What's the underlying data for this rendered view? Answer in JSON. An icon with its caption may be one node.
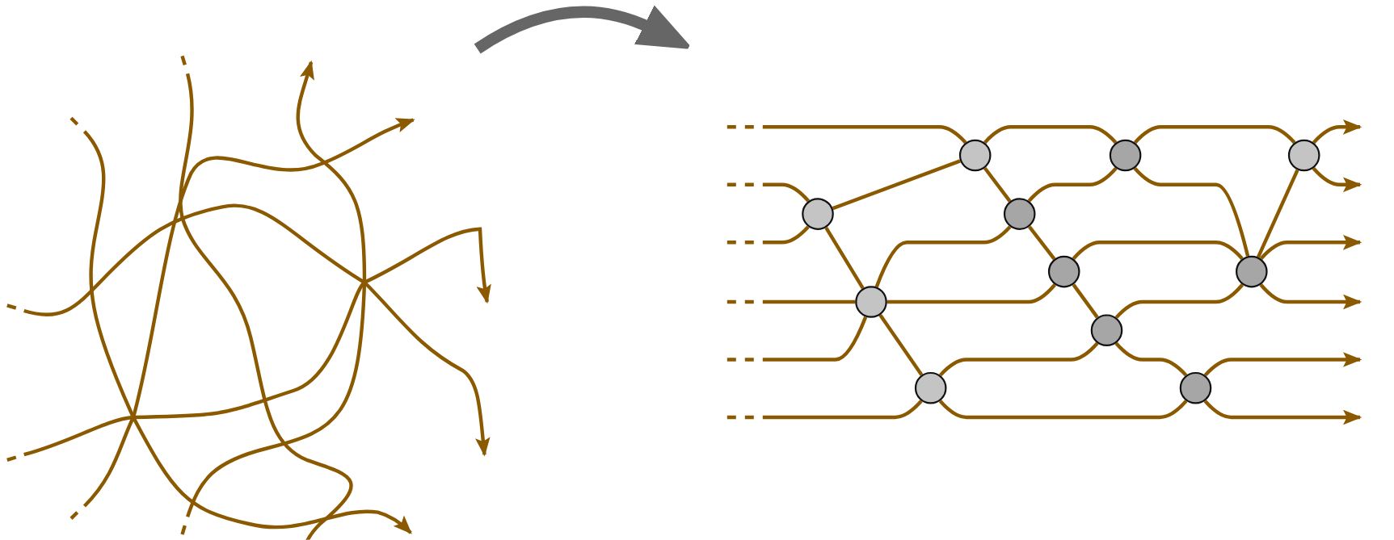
{
  "diagram": {
    "nodes": [
      {
        "text": [],
        "shape": "circle"
      },
      {
        "text": [],
        "shape": "circle"
      },
      {
        "text": [],
        "shape": "circle"
      },
      {
        "text": [],
        "shape": "circle"
      },
      {
        "text": [],
        "shape": "circle"
      },
      {
        "text": [],
        "shape": "circle"
      },
      {
        "text": [],
        "shape": "circle"
      },
      {
        "text": [],
        "shape": "circle"
      },
      {
        "text": [],
        "shape": "circle"
      },
      {
        "text": [],
        "shape": "circle"
      },
      {
        "text": [],
        "shape": "circle"
      }
    ],
    "edges": [
      {
        "from": null,
        "to": 3,
        "arrow": "none"
      },
      {
        "from": null,
        "to": 0,
        "arrow": "none"
      },
      {
        "from": null,
        "to": 0,
        "arrow": "none"
      },
      {
        "from": null,
        "to": 1,
        "arrow": "none"
      },
      {
        "from": null,
        "to": 1,
        "arrow": "none"
      },
      {
        "from": null,
        "to": 2,
        "arrow": "none"
      },
      {
        "from": 0,
        "to": 3,
        "arrow": "none"
      },
      {
        "from": 0,
        "to": 1,
        "arrow": "none"
      },
      {
        "from": 1,
        "to": 4,
        "arrow": "none"
      },
      {
        "from": 1,
        "to": 5,
        "arrow": "none"
      },
      {
        "from": 1,
        "to": 2,
        "arrow": "none"
      },
      {
        "from": 3,
        "to": 7,
        "arrow": "none"
      },
      {
        "from": 3,
        "to": 4,
        "arrow": "none"
      },
      {
        "from": 2,
        "to": 6,
        "arrow": "none"
      },
      {
        "from": 2,
        "to": 8,
        "arrow": "none"
      },
      {
        "from": 4,
        "to": 7,
        "arrow": "none"
      },
      {
        "from": 4,
        "to": 5,
        "arrow": "none"
      },
      {
        "from": 5,
        "to": 9,
        "arrow": "none"
      },
      {
        "from": 5,
        "to": 6,
        "arrow": "none"
      },
      {
        "from": 6,
        "to": 9,
        "arrow": "none"
      },
      {
        "from": 6,
        "to": 8,
        "arrow": "none"
      },
      {
        "from": 7,
        "to": 10,
        "arrow": "none"
      },
      {
        "from": 7,
        "to": 9,
        "arrow": "none"
      },
      {
        "from": 9,
        "to": 10,
        "arrow": "none"
      },
      {
        "from": 10,
        "to": null,
        "arrow": "to"
      },
      {
        "from": 10,
        "to": null,
        "arrow": "to"
      },
      {
        "from": 9,
        "to": null,
        "arrow": "to"
      },
      {
        "from": 9,
        "to": null,
        "arrow": "to"
      },
      {
        "from": 8,
        "to": null,
        "arrow": "to"
      },
      {
        "from": 8,
        "to": null,
        "arrow": "to"
      }
    ]
  }
}
